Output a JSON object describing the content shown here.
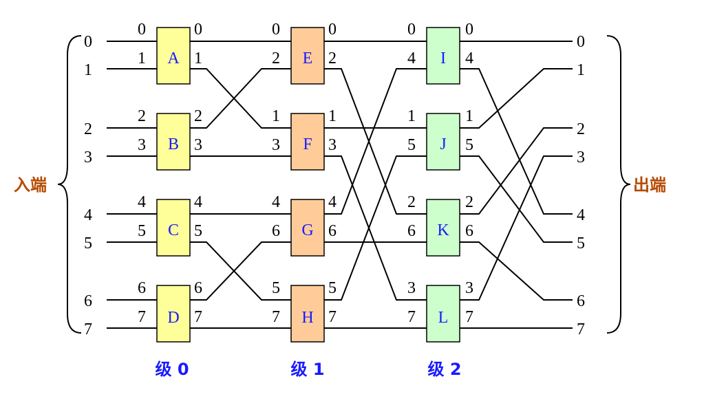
{
  "labels": {
    "input": "入端",
    "output": "出端"
  },
  "colors": {
    "stage0_fill": "#ffff99",
    "stage1_fill": "#ffcc99",
    "stage2_fill": "#ccffcc",
    "box_label": "#1a1aff",
    "stage_label": "#1a1aff",
    "side_label": "#b54a00"
  },
  "inputs": [
    "0",
    "1",
    "2",
    "3",
    "4",
    "5",
    "6",
    "7"
  ],
  "outputs": [
    "0",
    "1",
    "2",
    "3",
    "4",
    "5",
    "6",
    "7"
  ],
  "stages": [
    {
      "label": "级 0",
      "boxes": [
        {
          "name": "A",
          "in": [
            "0",
            "1"
          ],
          "out": [
            "0",
            "1"
          ]
        },
        {
          "name": "B",
          "in": [
            "2",
            "3"
          ],
          "out": [
            "2",
            "3"
          ]
        },
        {
          "name": "C",
          "in": [
            "4",
            "5"
          ],
          "out": [
            "4",
            "5"
          ]
        },
        {
          "name": "D",
          "in": [
            "6",
            "7"
          ],
          "out": [
            "6",
            "7"
          ]
        }
      ]
    },
    {
      "label": "级 1",
      "boxes": [
        {
          "name": "E",
          "in": [
            "0",
            "2"
          ],
          "out": [
            "0",
            "2"
          ]
        },
        {
          "name": "F",
          "in": [
            "1",
            "3"
          ],
          "out": [
            "1",
            "3"
          ]
        },
        {
          "name": "G",
          "in": [
            "4",
            "6"
          ],
          "out": [
            "4",
            "6"
          ]
        },
        {
          "name": "H",
          "in": [
            "5",
            "7"
          ],
          "out": [
            "5",
            "7"
          ]
        }
      ]
    },
    {
      "label": "级 2",
      "boxes": [
        {
          "name": "I",
          "in": [
            "0",
            "4"
          ],
          "out": [
            "0",
            "4"
          ]
        },
        {
          "name": "J",
          "in": [
            "1",
            "5"
          ],
          "out": [
            "1",
            "5"
          ]
        },
        {
          "name": "K",
          "in": [
            "2",
            "6"
          ],
          "out": [
            "2",
            "6"
          ]
        },
        {
          "name": "L",
          "in": [
            "3",
            "7"
          ],
          "out": [
            "3",
            "7"
          ]
        }
      ]
    }
  ]
}
